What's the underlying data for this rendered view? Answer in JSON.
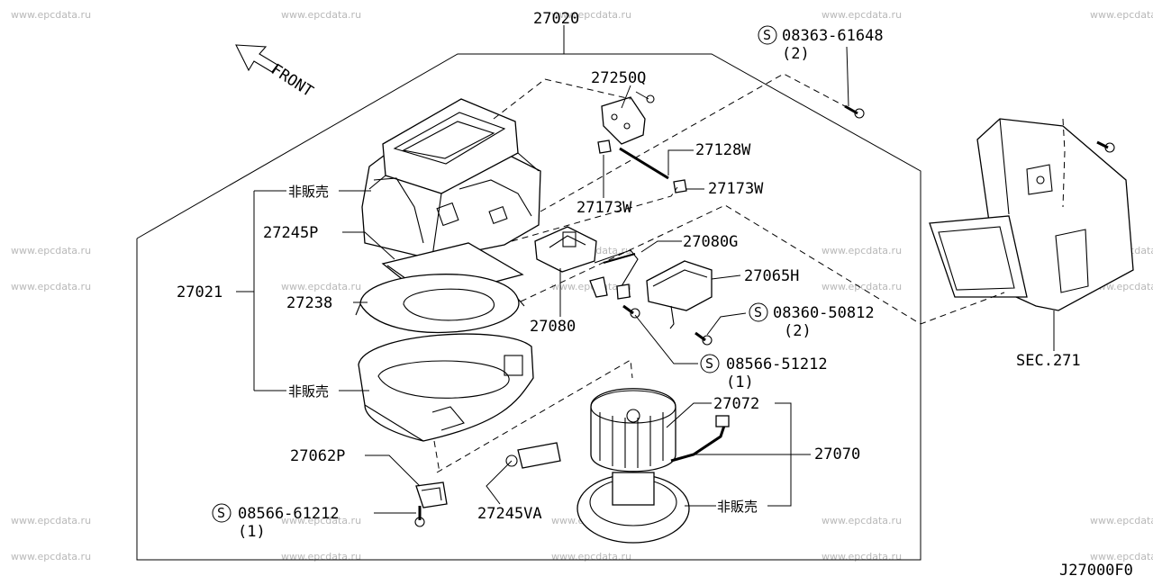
{
  "watermark": "www.epcdata.ru",
  "front_label": "FRONT",
  "diagram_code": "J27000F0",
  "callouts": {
    "p27020": "27020",
    "p27250q": "27250Q",
    "p27128w": "27128W",
    "p27173w_a": "27173W",
    "p27173w_b": "27173W",
    "p27245p": "27245P",
    "p27021": "27021",
    "p27238": "27238",
    "p27080g": "27080G",
    "p27065h": "27065H",
    "p27080": "27080",
    "p27072": "27072",
    "p27070": "27070",
    "p27062p": "27062P",
    "p27245va": "27245VA",
    "not_for_sale_1": "非販売",
    "not_for_sale_2": "非販売",
    "not_for_sale_3": "非販売",
    "sec271": "SEC.271"
  },
  "fasteners": [
    {
      "symbol": "S",
      "part": "08363-61648",
      "qty": "(2)"
    },
    {
      "symbol": "S",
      "part": "08360-50812",
      "qty": "(2)"
    },
    {
      "symbol": "S",
      "part": "08566-51212",
      "qty": "(1)"
    },
    {
      "symbol": "S",
      "part": "08566-61212",
      "qty": "(1)"
    }
  ]
}
